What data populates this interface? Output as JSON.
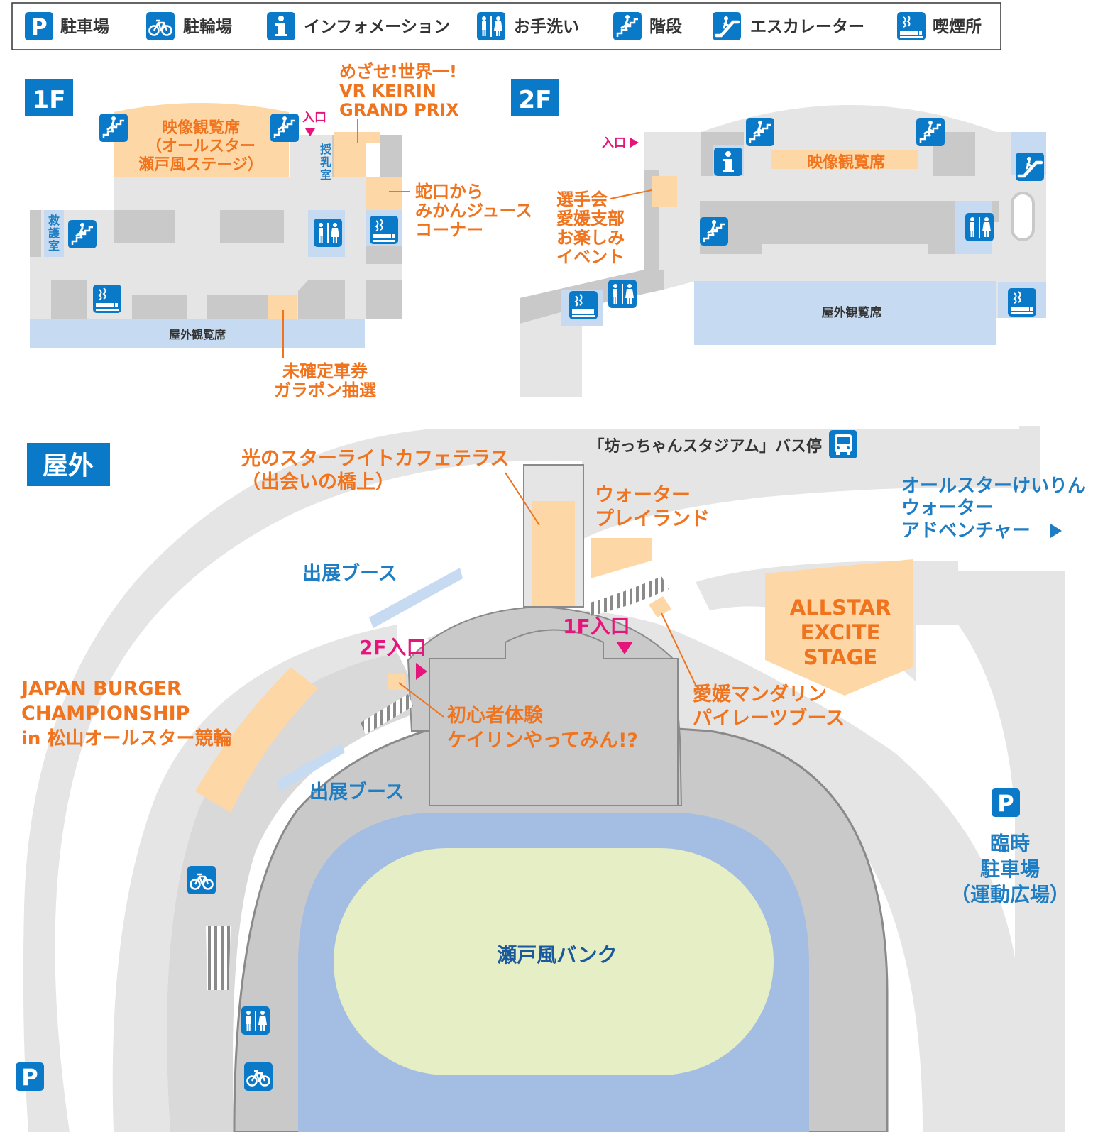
{
  "colors": {
    "blue": "#0a79c8",
    "orange": "#f0731e",
    "magenta": "#e5157c",
    "light_blue": "#c6dbf1",
    "orange_light": "#fdd8a6",
    "gray": "#c9c9c9",
    "light_gray": "#e5e5e5",
    "track": "#a3bde3",
    "field": "#e6eec6"
  },
  "legend": [
    {
      "icon": "parking-icon",
      "label": "駐車場"
    },
    {
      "icon": "bicycle-icon",
      "label": "駐輪場"
    },
    {
      "icon": "information-icon",
      "label": "インフォメーション"
    },
    {
      "icon": "restroom-icon",
      "label": "お手洗い"
    },
    {
      "icon": "stairs-icon",
      "label": "階段"
    },
    {
      "icon": "escalator-icon",
      "label": "エスカレーター"
    },
    {
      "icon": "smoking-icon",
      "label": "喫煙所"
    }
  ],
  "floor1": {
    "tag": "1F",
    "viewing_seats": [
      "映像観覧席",
      "（オールスター",
      "瀬戸風ステージ）"
    ],
    "entrance": "入口",
    "nursing_room": [
      "授",
      "乳",
      "室"
    ],
    "first_aid_room": [
      "救",
      "護",
      "室"
    ],
    "vr_event": [
      "めざせ!世界一!",
      "VR KEIRIN",
      "GRAND PRIX"
    ],
    "juice_corner": [
      "蛇口から",
      "みかんジュース",
      "コーナー"
    ],
    "outdoor_seats": "屋外観覧席",
    "lottery": [
      "未確定車券",
      "ガラポン抽選"
    ]
  },
  "floor2": {
    "tag": "2F",
    "entrance": "入口",
    "viewing_seats": "映像観覧席",
    "player_event": [
      "選手会",
      "愛媛支部",
      "お楽しみ",
      "イベント"
    ],
    "outdoor_seats": "屋外観覧席"
  },
  "outdoor": {
    "tag": "屋外",
    "bus_stop": "「坊っちゃんスタジアム」バス停",
    "cafe_terrace": [
      "光のスターライトカフェテラス",
      "（出会いの橋上）"
    ],
    "water_playland": [
      "ウォーター",
      "プレイランド"
    ],
    "water_adventure": [
      "オールスターけいりん",
      "ウォーター",
      "アドベンチャー"
    ],
    "booth_north": "出展ブース",
    "booth_south": "出展ブース",
    "entrance_1f": "1F入口",
    "entrance_2f": "2F入口",
    "allstar_stage": [
      "ALLSTAR",
      "EXCITE",
      "STAGE"
    ],
    "mandarin_booth": [
      "愛媛マンダリン",
      "パイレーツブース"
    ],
    "beginner_experience": [
      "初心者体験",
      "ケイリンやってみん!?"
    ],
    "burger": [
      "JAPAN BURGER",
      "CHAMPIONSHIP",
      "in 松山オールスター競輪"
    ],
    "temp_parking": [
      "臨時",
      "駐車場",
      "（運動広場）"
    ],
    "bank": "瀬戸風バンク"
  }
}
